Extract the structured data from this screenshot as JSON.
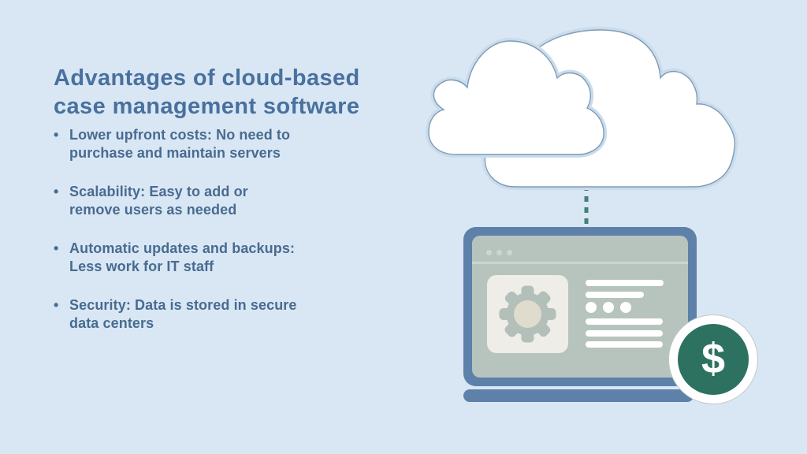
{
  "slide": {
    "background_color": "#d9e7f4",
    "title": "Advantages of cloud-based case management software",
    "bullet_char": "•",
    "bullets": [
      "Lower upfront costs: No need to purchase and maintain servers",
      "Scalability: Easy to add or remove users as needed",
      "Automatic updates and backups: Less work for IT staff",
      "Security: Data is stored in secure data centers"
    ]
  },
  "illustration": {
    "dollar_symbol": "$",
    "icons": [
      "cloud-icon",
      "laptop-icon",
      "gear-icon",
      "dollar-coin-icon"
    ],
    "colors": {
      "title_text": "#49709e",
      "body_text": "#486b90",
      "cloud_outline": "#7e9ab5",
      "cloud_halo": "#c9dcec",
      "connector_teal": "#3e8276",
      "laptop_frame": "#5d81a8",
      "laptop_screen": "#b7c4be",
      "screen_card": "#efede8",
      "gear": "#b3bfb9",
      "gear_center": "#e0dccd",
      "coin_green": "#2d7261"
    }
  }
}
